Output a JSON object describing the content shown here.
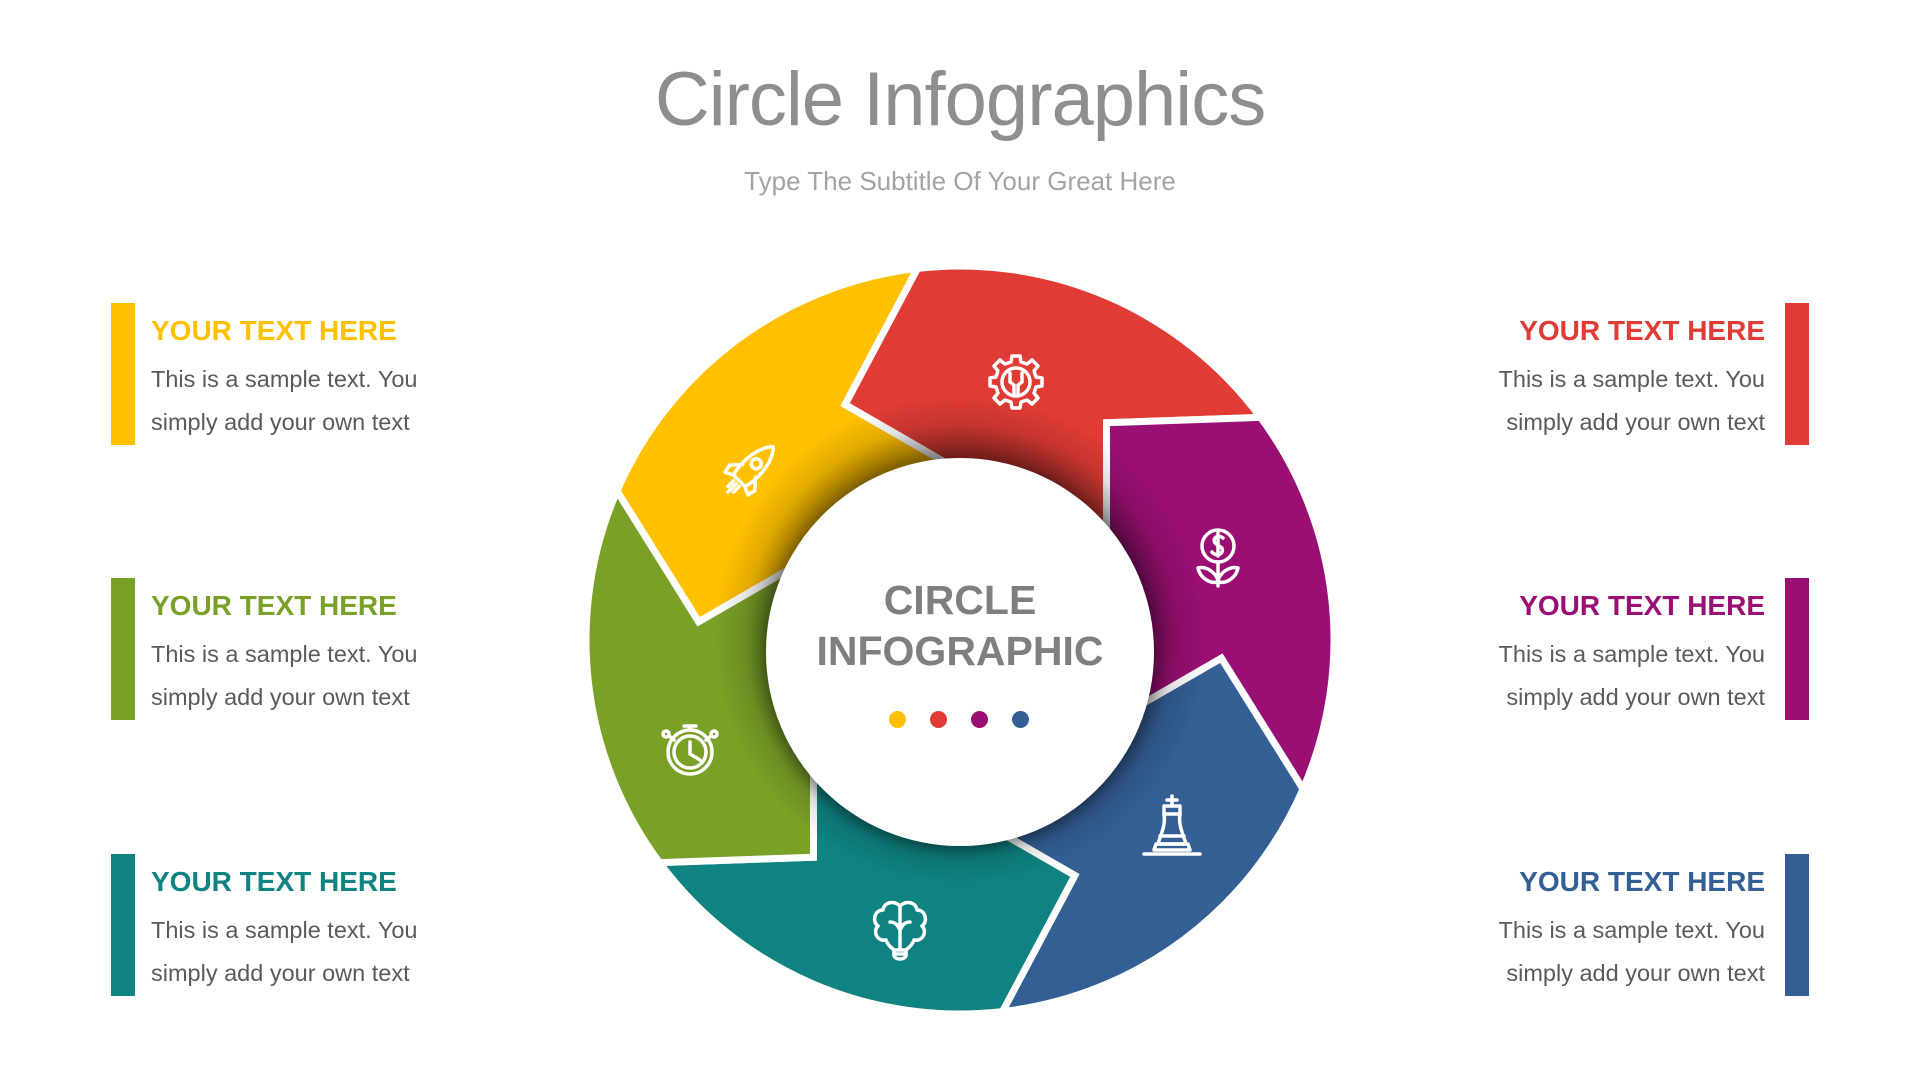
{
  "header": {
    "title": "Circle Infographics",
    "subtitle": "Type The Subtitle Of Your Great Here"
  },
  "center": {
    "line1": "CIRCLE",
    "line2": "INFOGRAPHIC",
    "dots": [
      "#FFC000",
      "#E03C35",
      "#9A0F73",
      "#335F95"
    ]
  },
  "segments": [
    {
      "name": "yellow",
      "color": "#FFC000",
      "icon": "rocket-icon"
    },
    {
      "name": "red",
      "color": "#E03C35",
      "icon": "gear-wrench-icon"
    },
    {
      "name": "purple",
      "color": "#9A0F73",
      "icon": "money-plant-icon"
    },
    {
      "name": "blue",
      "color": "#335F95",
      "icon": "chess-king-icon"
    },
    {
      "name": "teal",
      "color": "#0F8381",
      "icon": "brain-bulb-icon"
    },
    {
      "name": "green",
      "color": "#7AA127",
      "icon": "stopwatch-icon"
    }
  ],
  "blocks": {
    "left": [
      {
        "heading": "YOUR TEXT HERE",
        "line1": "This is a sample text. You",
        "line2": "simply add your own text",
        "color": "#FFC000"
      },
      {
        "heading": "YOUR TEXT HERE",
        "line1": "This is a sample text. You",
        "line2": "simply add your own text",
        "color": "#7AA127"
      },
      {
        "heading": "YOUR TEXT HERE",
        "line1": "This is a sample text. You",
        "line2": "simply add your own text",
        "color": "#0F8381"
      }
    ],
    "right": [
      {
        "heading": "YOUR TEXT HERE",
        "line1": "This is a sample text. You",
        "line2": "simply add your own text",
        "color": "#E03C35"
      },
      {
        "heading": "YOUR TEXT HERE",
        "line1": "This is a sample text. You",
        "line2": "simply add your own text",
        "color": "#9A0F73"
      },
      {
        "heading": "YOUR TEXT HERE",
        "line1": "This is a sample text. You",
        "line2": "simply add your own text",
        "color": "#335F95"
      }
    ]
  }
}
